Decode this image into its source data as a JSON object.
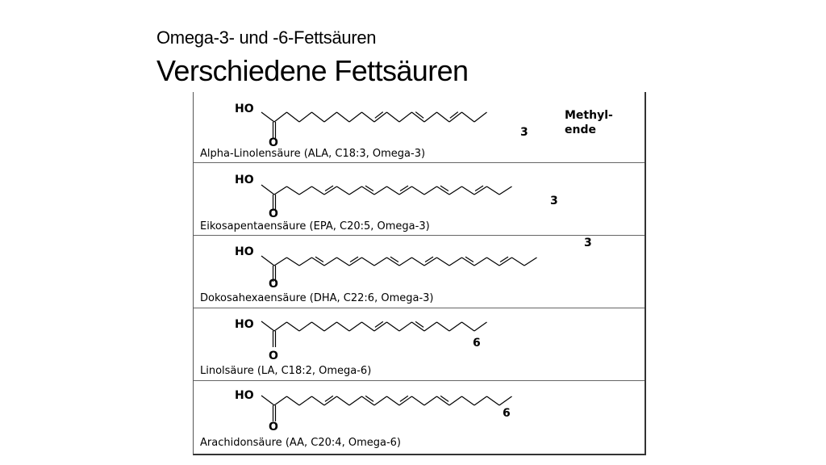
{
  "slide": {
    "subtitle": "Omega-3- und -6-Fettsäuren",
    "title": "Verschiedene Fettsäuren"
  },
  "common": {
    "hydroxyl_label": "HO",
    "carbonyl_label": "O"
  },
  "molecules": [
    {
      "id": "ala",
      "caption": "Alpha-Linolensäure (ALA, C18:3, Omega-3)",
      "omega_label": "3",
      "methyl_end_label": [
        "Methyl-",
        "ende"
      ],
      "chain_length": 18,
      "double_bond_segments": [
        9,
        12,
        15
      ]
    },
    {
      "id": "epa",
      "caption": "Eikosapentaensäure (EPA, C20:5, Omega-3)",
      "omega_label": "3",
      "chain_length": 20,
      "double_bond_segments": [
        5,
        8,
        11,
        14,
        17
      ]
    },
    {
      "id": "dha",
      "caption": "Dokosahexaensäure (DHA, C22:6, Omega-3)",
      "omega_label": "3",
      "chain_length": 22,
      "double_bond_segments": [
        4,
        7,
        10,
        13,
        16,
        19
      ]
    },
    {
      "id": "la",
      "caption": "Linolsäure (LA, C18:2, Omega-6)",
      "omega_label": "6",
      "chain_length": 18,
      "double_bond_segments": [
        9,
        12
      ]
    },
    {
      "id": "aa",
      "caption": "Arachidonsäure (AA, C20:4, Omega-6)",
      "omega_label": "6",
      "chain_length": 20,
      "double_bond_segments": [
        5,
        8,
        11,
        14
      ]
    }
  ]
}
